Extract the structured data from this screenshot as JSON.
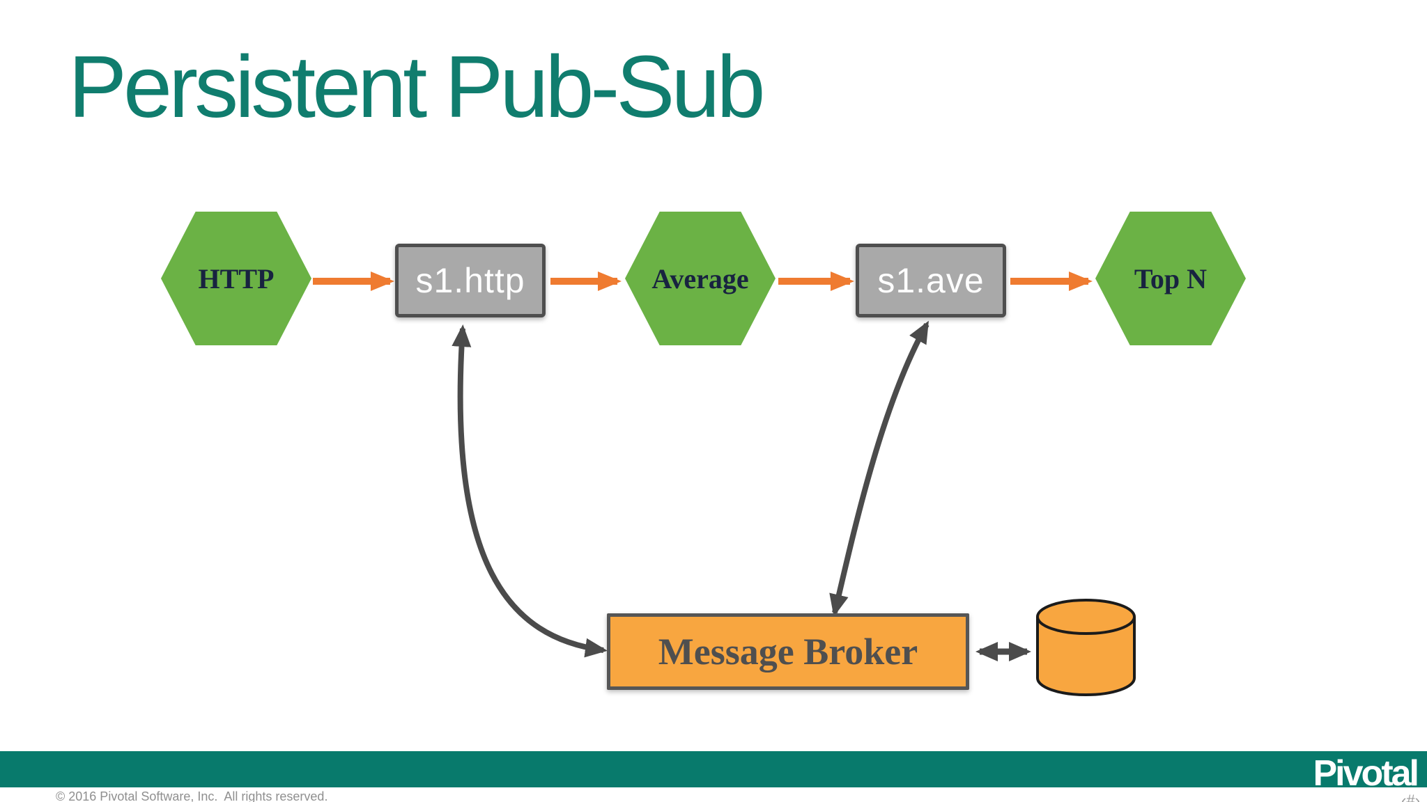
{
  "slide": {
    "title": "Persistent Pub-Sub",
    "footer": {
      "copyright": "© 2016 Pivotal Software, Inc.  All rights reserved.",
      "logo": "Pivotal",
      "page_number": "‹#›"
    }
  },
  "diagram": {
    "nodes": [
      {
        "id": "http",
        "type": "hexagon-source",
        "label": "HTTP"
      },
      {
        "id": "s1http",
        "type": "processor",
        "label": "s1.http"
      },
      {
        "id": "average",
        "type": "hexagon-processor",
        "label": "Average"
      },
      {
        "id": "s1ave",
        "type": "processor",
        "label": "s1.ave"
      },
      {
        "id": "topn",
        "type": "hexagon-sink",
        "label": "Top N"
      },
      {
        "id": "broker",
        "type": "queue",
        "label": "Message Broker"
      },
      {
        "id": "datastore",
        "type": "database-cylinder",
        "label": ""
      }
    ],
    "edges": [
      {
        "from": "HTTP",
        "to": "s1.http",
        "style": "orange-straight",
        "direction": "forward"
      },
      {
        "from": "s1.http",
        "to": "Average",
        "style": "orange-straight",
        "direction": "forward"
      },
      {
        "from": "Average",
        "to": "s1.ave",
        "style": "orange-straight",
        "direction": "forward"
      },
      {
        "from": "s1.ave",
        "to": "Top N",
        "style": "orange-straight",
        "direction": "forward"
      },
      {
        "from": "s1.http",
        "to": "Message Broker",
        "style": "gray-curved",
        "direction": "both"
      },
      {
        "from": "s1.ave",
        "to": "Message Broker",
        "style": "gray-curved",
        "direction": "both"
      },
      {
        "from": "Message Broker",
        "to": "datastore",
        "style": "gray-straight",
        "direction": "both"
      }
    ],
    "icons": {
      "datastore": "database-cylinder-icon"
    }
  },
  "colors": {
    "title_teal": "#107D6E",
    "footer_teal": "#087A6C",
    "hexagon_green": "#6BB245",
    "orange_arrow": "#EF7B30",
    "broker_orange": "#F8A640",
    "processor_gray": "#A9A9A9",
    "processor_border": "#4E4E4E",
    "curved_arrow_gray": "#4B4B4B",
    "hexagon_text": "#182340",
    "broker_text": "#4F4F4F"
  }
}
